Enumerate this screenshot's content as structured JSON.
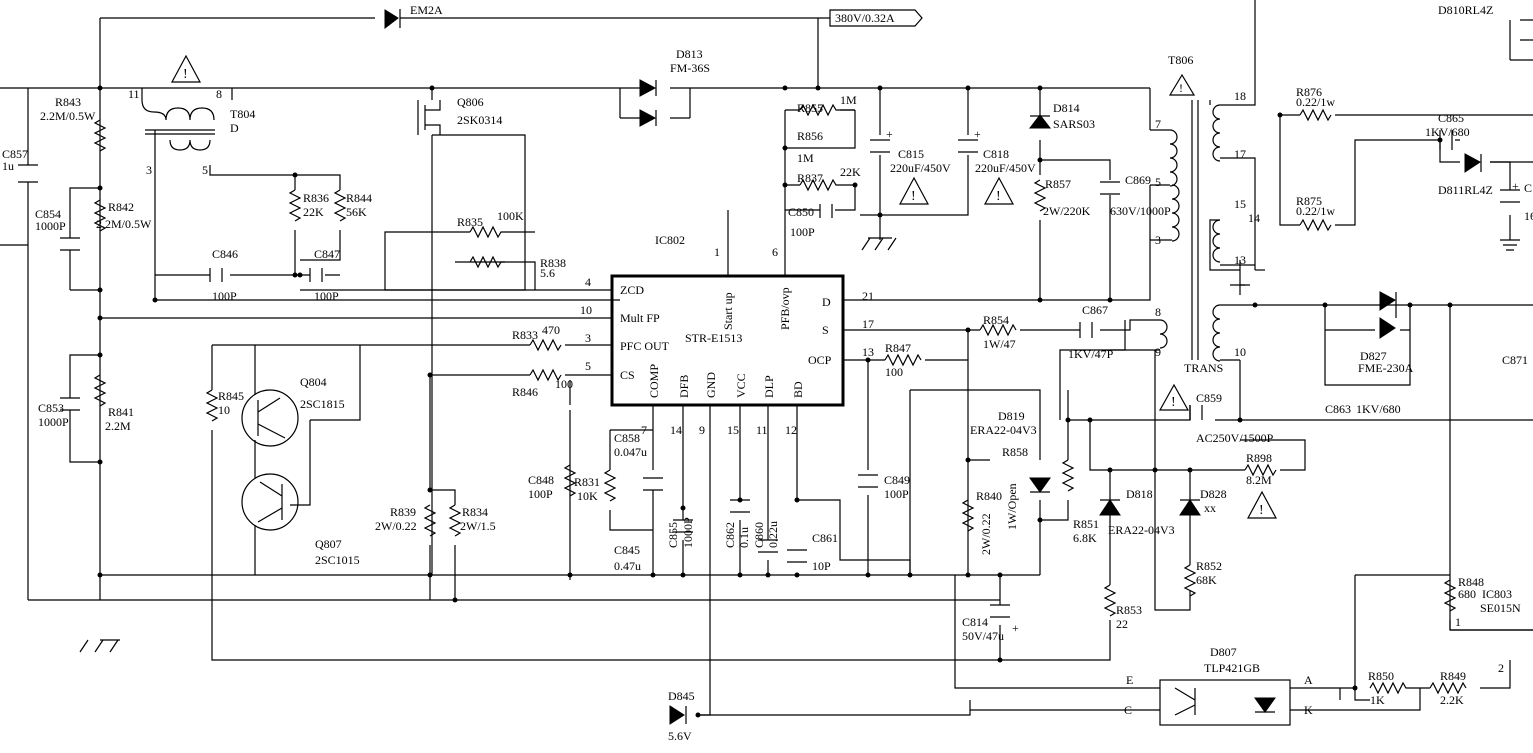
{
  "ic": {
    "ref": "IC802",
    "part": "STR-E1513",
    "pin_labels": [
      "ZCD",
      "Mult FP",
      "PFC OUT",
      "CS",
      "D",
      "S",
      "OCP",
      "Start up",
      "PFB/ovp",
      "COMP",
      "DFB",
      "GND",
      "VCC",
      "DLP",
      "BD"
    ],
    "pin_numbers": [
      "4",
      "10",
      "3",
      "5",
      "21",
      "17",
      "13",
      "1",
      "6",
      "7",
      "14",
      "9",
      "15",
      "11",
      "12"
    ]
  },
  "labels": [
    "EM2A",
    "380V/0.32A",
    "D810RL4Z",
    "D813",
    "FM-36S",
    "R843",
    "2.2M/0.5W",
    "T804",
    "D",
    "C857",
    "1u",
    "C854",
    "1000P",
    "R842",
    "2.2M/0.5W",
    "Q806",
    "2SK0314",
    "R855",
    "1M",
    "R856",
    "1M",
    "R837",
    "22K",
    "C850",
    "100P",
    "C815",
    "220uF/450V",
    "C818",
    "220uF/450V",
    "D814",
    "SARS03",
    "R857",
    "2W/220K",
    "C869",
    "630V/1000P",
    "T806",
    "TRANS",
    "R876",
    "0.22/1w",
    "C865",
    "1KV/680",
    "D811RL4Z",
    "R875",
    "0.22/1w",
    "R836",
    "22K",
    "R844",
    "56K",
    "R835",
    "100K",
    "R838",
    "5.6",
    "C846",
    "100P",
    "C847",
    "100P",
    "R833",
    "470",
    "R846",
    "100",
    "R845",
    "10",
    "Q804",
    "2SC1815",
    "Q807",
    "2SC1015",
    "C853",
    "1000P",
    "R841",
    "2.2M",
    "R854",
    "1W/47",
    "C867",
    "1KV/47P",
    "R847",
    "100",
    "D819",
    "ERA22-04V3",
    "R858",
    "1W/Open",
    "R840",
    "2W/0.22",
    "C859",
    "AC250V/1500P",
    "R898",
    "8.2M",
    "D827",
    "FME-230A",
    "C863",
    "1KV/680",
    "C871",
    "C858",
    "0.047u",
    "C848",
    "100P",
    "R831",
    "10K",
    "C849",
    "100P",
    "C845",
    "0.47u",
    "C855",
    "1000P",
    "C862",
    "0.1u",
    "C860",
    "0.22u",
    "C861",
    "10P",
    "R839",
    "2W/0.22",
    "R834",
    "2W/1.5",
    "R851",
    "6.8K",
    "D818",
    "ERA22-04V3",
    "D828",
    "xx",
    "R852",
    "68K",
    "R853",
    "22",
    "C814",
    "50V/47u",
    "R848",
    "680",
    "IC803",
    "SE015N",
    "D807",
    "TLP421GB",
    "E",
    "C",
    "A",
    "K",
    "R850",
    "1K",
    "R849",
    "2.2K",
    "D845",
    "5.6V",
    "C",
    "16"
  ],
  "pin_marks": [
    "11",
    "8",
    "3",
    "5",
    "7",
    "5",
    "3",
    "8",
    "9",
    "10",
    "18",
    "17",
    "15",
    "14",
    "13",
    "1",
    "2"
  ]
}
